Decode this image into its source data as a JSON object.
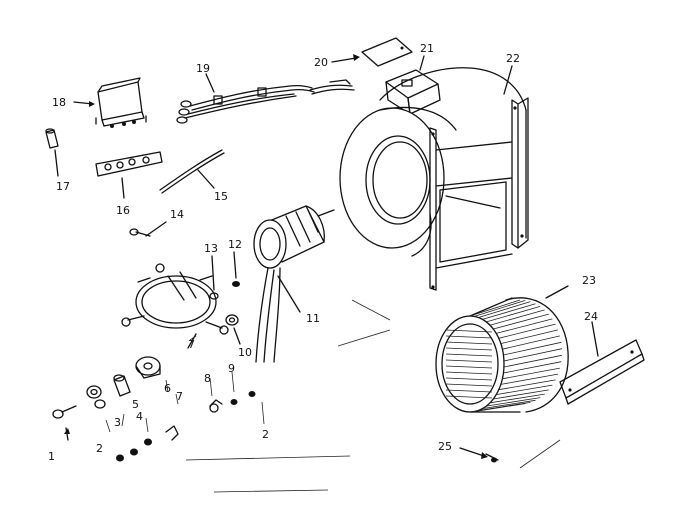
{
  "diagram": {
    "callouts": {
      "c1": "1",
      "c2a": "2",
      "c2b": "2",
      "c3": "3",
      "c4": "4",
      "c5": "5",
      "c6": "6",
      "c7a": "7",
      "c7b": "7",
      "c8": "8",
      "c9": "9",
      "c10": "10",
      "c11": "11",
      "c12": "12",
      "c13": "13",
      "c14": "14",
      "c15": "15",
      "c16": "16",
      "c17": "17",
      "c18": "18",
      "c19": "19",
      "c20": "20",
      "c21": "21",
      "c22": "22",
      "c23": "23",
      "c24": "24",
      "c25": "25"
    }
  }
}
